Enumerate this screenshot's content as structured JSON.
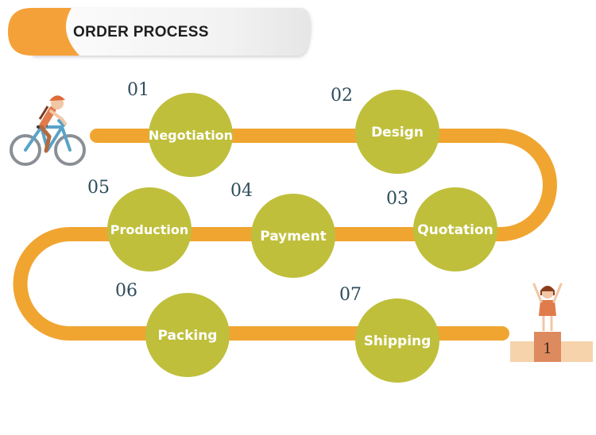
{
  "header": {
    "title": "ORDER PROCESS"
  },
  "steps": [
    {
      "number": "01",
      "label": "Negotiation"
    },
    {
      "number": "02",
      "label": "Design"
    },
    {
      "number": "03",
      "label": "Quotation"
    },
    {
      "number": "04",
      "label": "Payment"
    },
    {
      "number": "05",
      "label": "Production"
    },
    {
      "number": "06",
      "label": "Packing"
    },
    {
      "number": "07",
      "label": "Shipping"
    }
  ],
  "podium": {
    "rank": "1"
  },
  "colors": {
    "path": "#f0a531",
    "node": "#bfbf3c",
    "title_tab": "#f5a13a",
    "number_text": "#2f4d5c"
  },
  "icons": {
    "start": "cyclist-icon",
    "finish": "winner-podium-icon"
  }
}
